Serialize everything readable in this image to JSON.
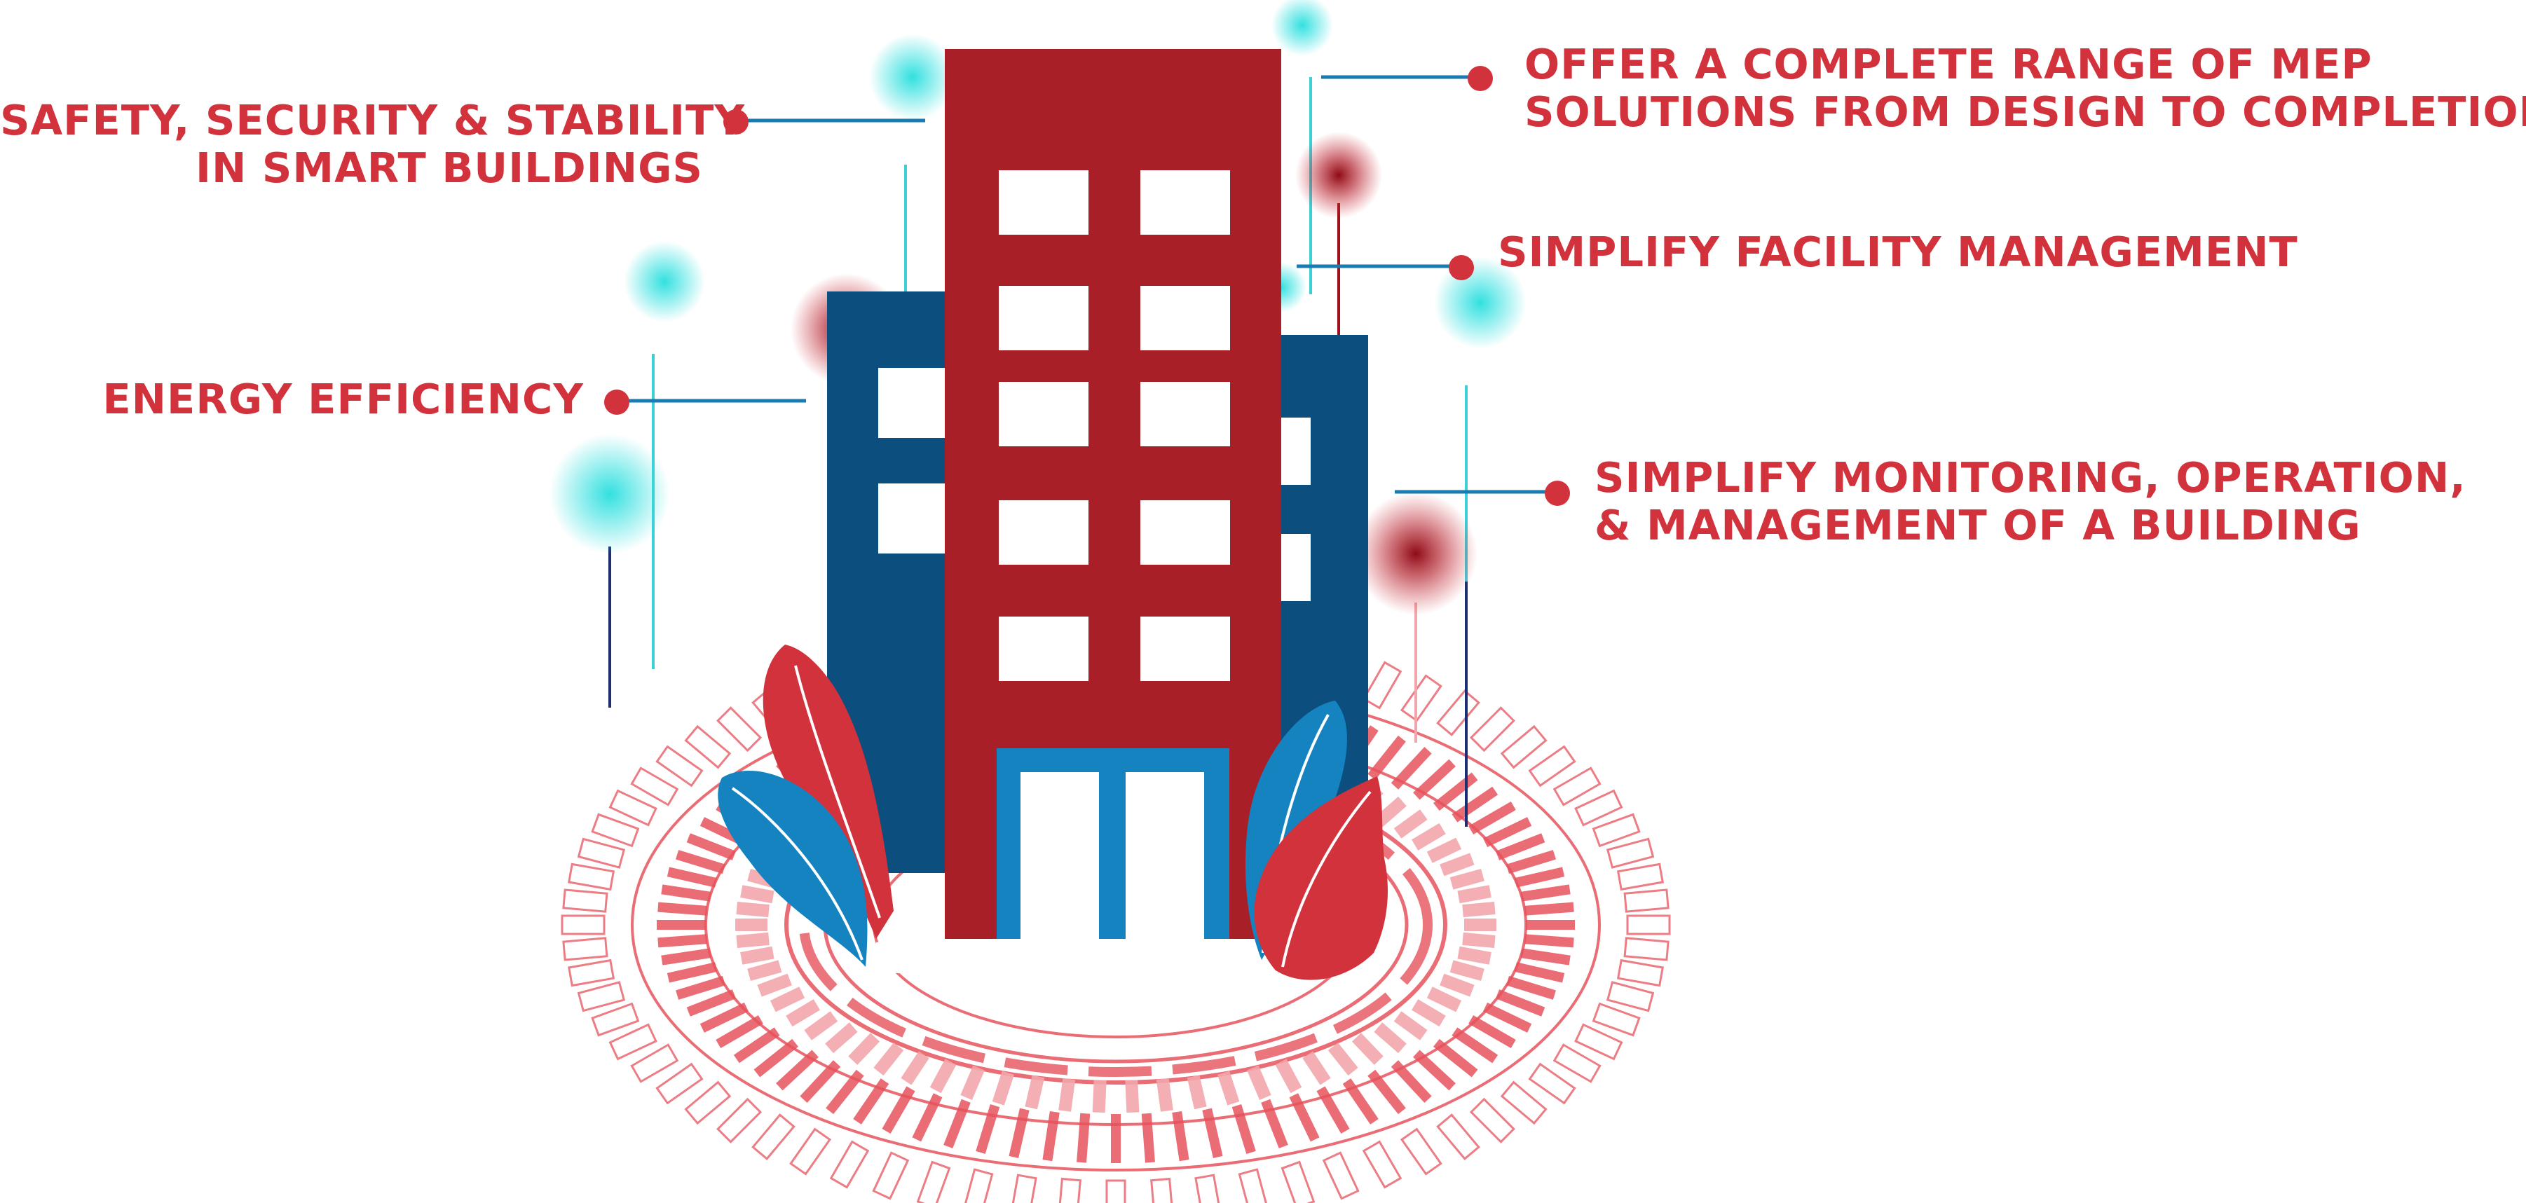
{
  "colors": {
    "text_red": "#D2323C",
    "building_red": "#A81F28",
    "building_blue": "#0C4F7E",
    "door_blue": "#1583C0",
    "leader_blue": "#1A7BB0",
    "glow_cyan": "#33E0E0",
    "glow_red": "#9E0F1B",
    "ring_red": "#E6525C",
    "ring_pink": "#F2A6AC"
  },
  "callouts": {
    "safety": {
      "lines": [
        "SAFETY, SECURITY & STABILITY",
        "IN SMART BUILDINGS"
      ]
    },
    "energy": {
      "lines": [
        "ENERGY EFFICIENCY"
      ]
    },
    "mep": {
      "lines": [
        "OFFER A COMPLETE RANGE OF MEP",
        "SOLUTIONS FROM DESIGN TO COMPLETION"
      ]
    },
    "facility": {
      "lines": [
        "SIMPLIFY FACILITY MANAGEMENT"
      ]
    },
    "monitoring": {
      "lines": [
        "SIMPLIFY MONITORING, OPERATION,",
        "& MANAGEMENT OF A BUILDING"
      ]
    }
  },
  "icons": {
    "building": "office-building-icon",
    "plant": "leaf-plant-icon",
    "node": "glowing-node-icon",
    "bullet": "callout-dot-icon"
  }
}
